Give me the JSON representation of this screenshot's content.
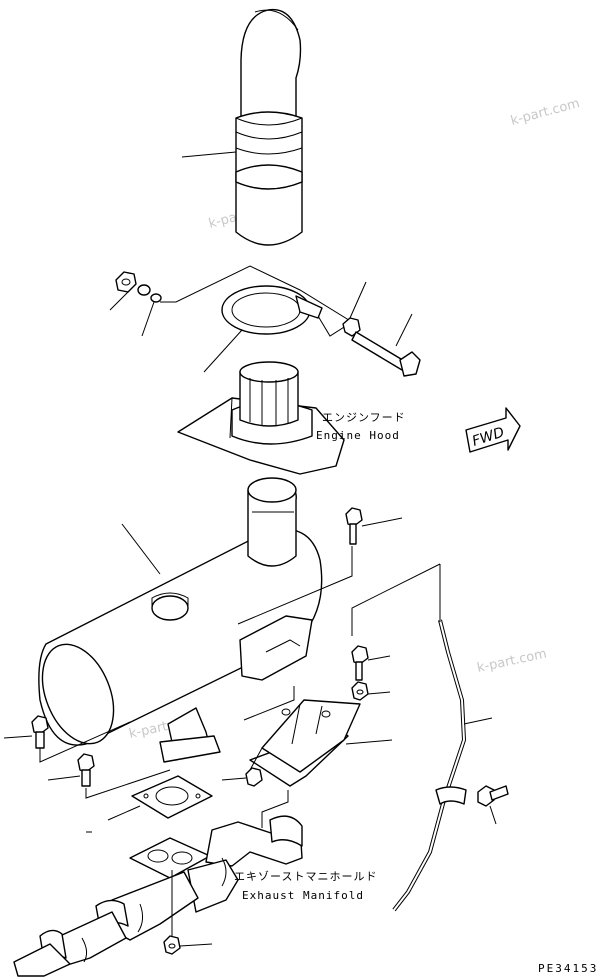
{
  "labels": {
    "engine_hood_jp": "エンジンフード",
    "engine_hood_en": "Engine Hood",
    "manifold_jp": "エキゾーストマニホールド",
    "manifold_en": "Exhaust Manifold"
  },
  "direction_arrow": "FWD",
  "watermark": "k-part.com",
  "drawing_code": "PE34153",
  "icons": [
    "fwd-arrow-icon"
  ]
}
